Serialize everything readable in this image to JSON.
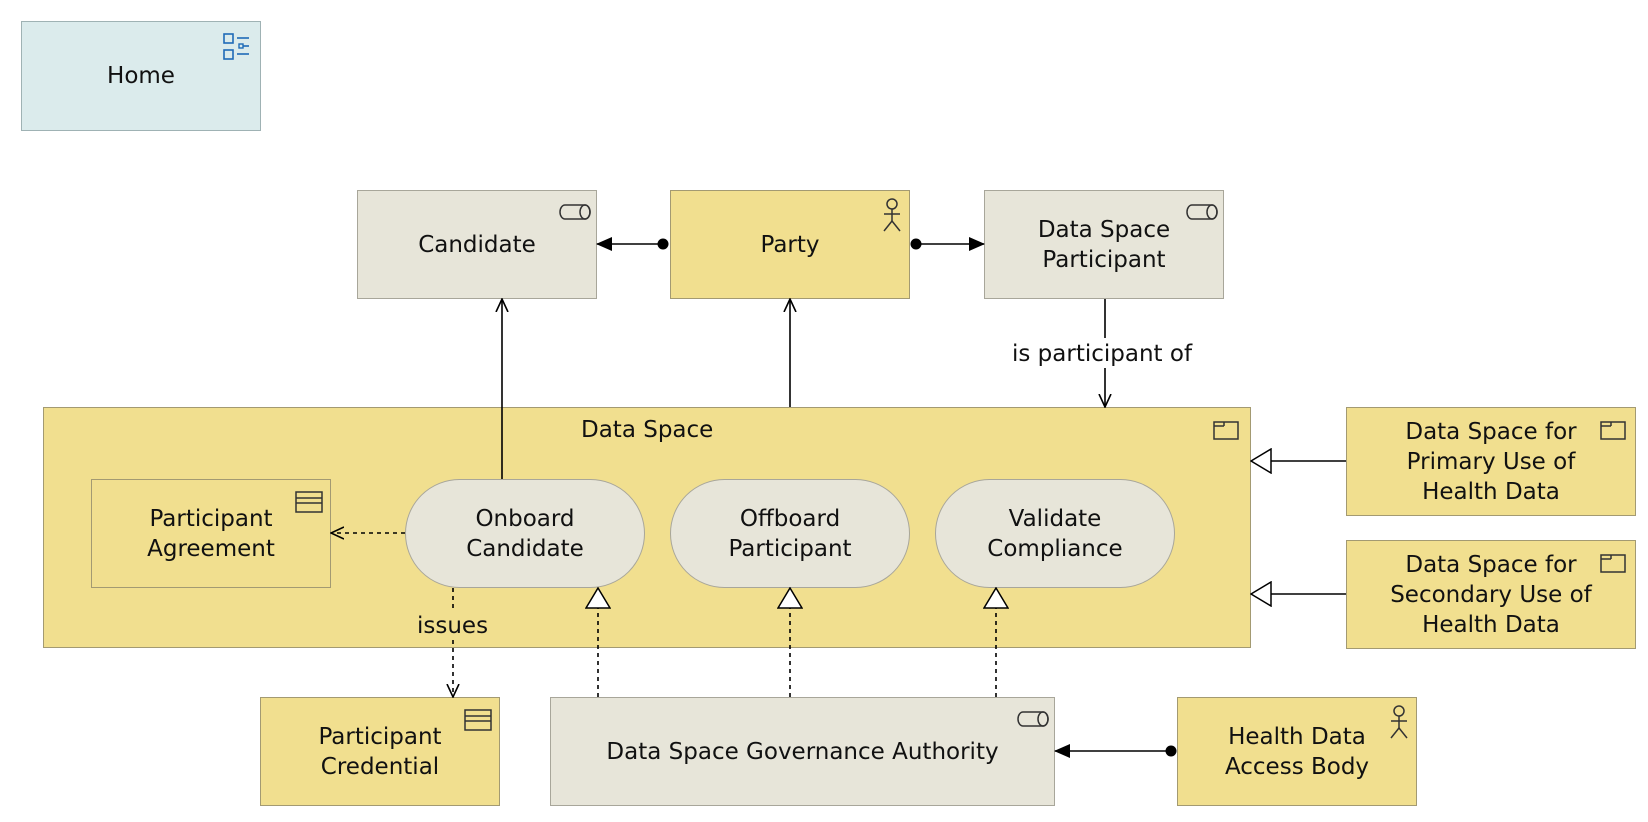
{
  "diagram": {
    "home": {
      "label": "Home",
      "icon": "navigation-icon"
    },
    "data_space": {
      "label": "Data Space",
      "icon": "product-icon"
    },
    "nodes": {
      "candidate": {
        "label": "Candidate",
        "icon": "role-icon"
      },
      "party": {
        "label": "Party",
        "icon": "actor-icon"
      },
      "participant_role": {
        "label": "Data Space\nParticipant",
        "icon": "role-icon"
      },
      "participant_agreement": {
        "label": "Participant\nAgreement",
        "icon": "contract-icon"
      },
      "onboard_candidate": {
        "label": "Onboard\nCandidate"
      },
      "offboard_participant": {
        "label": "Offboard\nParticipant"
      },
      "validate_compliance": {
        "label": "Validate\nCompliance"
      },
      "primary_use": {
        "label": "Data Space for\nPrimary Use of\nHealth Data",
        "icon": "product-icon"
      },
      "secondary_use": {
        "label": "Data Space for\nSecondary Use of\nHealth Data",
        "icon": "product-icon"
      },
      "participant_credential": {
        "label": "Participant\nCredential",
        "icon": "contract-icon"
      },
      "governance_authority": {
        "label": "Data Space Governance Authority",
        "icon": "role-icon"
      },
      "health_data_access_body": {
        "label": "Health Data\nAccess Body",
        "icon": "actor-icon"
      }
    },
    "edge_labels": {
      "is_participant_of": "is participant of",
      "issues": "issues"
    }
  }
}
